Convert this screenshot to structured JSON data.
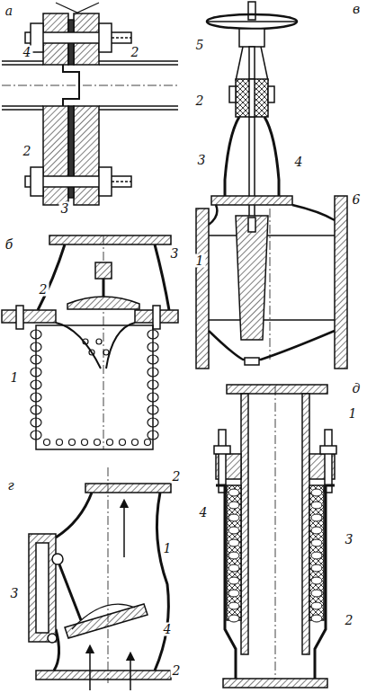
{
  "diagram": {
    "labels": [
      "а",
      "4",
      "2",
      "2",
      "3",
      "б",
      "3",
      "2",
      "1",
      "в",
      "5",
      "2",
      "3",
      "4",
      "6",
      "1",
      "г",
      "2",
      "1",
      "3",
      "4",
      "2",
      "д",
      "1",
      "4",
      "3",
      "2"
    ]
  }
}
